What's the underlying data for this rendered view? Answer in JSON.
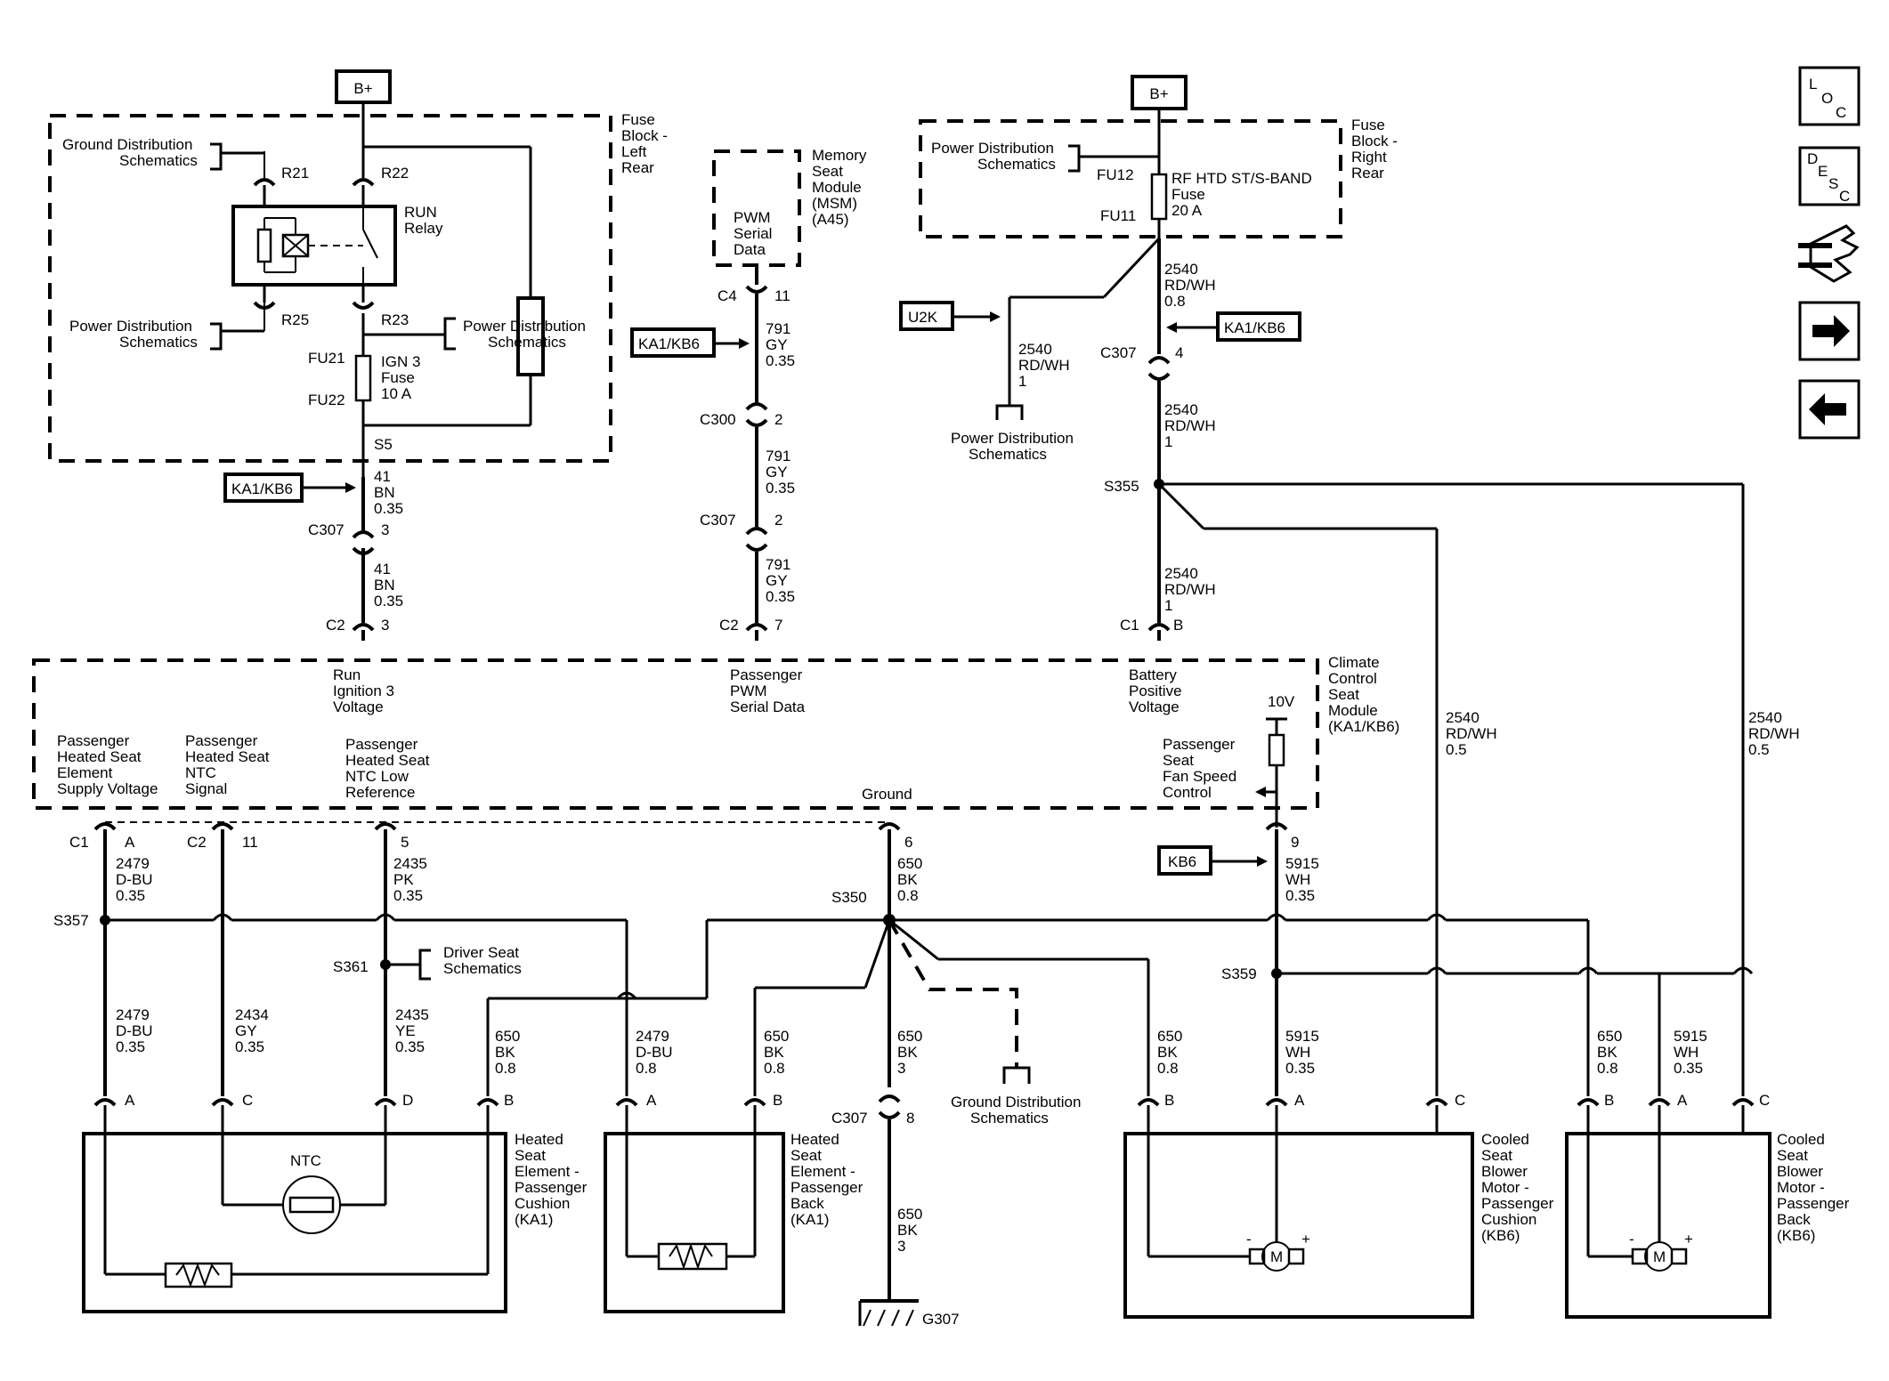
{
  "top": {
    "bplus_left": "B+",
    "bplus_right": "B+"
  },
  "fuse_block_left": {
    "title": [
      "Fuse",
      "Block -",
      "Left",
      "Rear"
    ],
    "ground_ref": [
      "Ground Distribution",
      "Schematics"
    ],
    "power_ref_left": [
      "Power Distribution",
      "Schematics"
    ],
    "power_ref_right": [
      "Power Distribution",
      "Schematics"
    ],
    "r21": "R21",
    "r22": "R22",
    "r25": "R25",
    "r23": "R23",
    "relay": [
      "RUN",
      "Relay"
    ],
    "fu21": "FU21",
    "fu22": "FU22",
    "fuse": [
      "IGN 3",
      "Fuse",
      "10 A"
    ],
    "s5": "S5"
  },
  "left_wire": {
    "kb6_tag": "KA1/KB6",
    "w1": [
      "41",
      "BN",
      "0.35"
    ],
    "c307": "C307",
    "c307_pin": "3",
    "w2": [
      "41",
      "BN",
      "0.35"
    ],
    "c2": "C2",
    "c2_pin": "3"
  },
  "msm": {
    "title": [
      "Memory",
      "Seat",
      "Module",
      "(MSM)",
      "(A45)"
    ],
    "pin_label": [
      "PWM",
      "Serial",
      "Data"
    ],
    "c4": "C4",
    "c4_pin": "11",
    "kb6_tag": "KA1/KB6",
    "w1": [
      "791",
      "GY",
      "0.35"
    ],
    "c300": "C300",
    "c300_pin": "2",
    "w2": [
      "791",
      "GY",
      "0.35"
    ],
    "c307": "C307",
    "c307_pin": "2",
    "w3": [
      "791",
      "GY",
      "0.35"
    ],
    "c2": "C2",
    "c2_pin": "7"
  },
  "fuse_block_right": {
    "title": [
      "Fuse",
      "Block -",
      "Right",
      "Rear"
    ],
    "power_ref": [
      "Power Distribution",
      "Schematics"
    ],
    "fu12": "FU12",
    "fu11": "FU11",
    "fuse": [
      "RF HTD ST/S-BAND",
      "Fuse",
      "20 A"
    ],
    "u2k_tag": "U2K",
    "w_main": [
      "2540",
      "RD/WH",
      "0.8"
    ],
    "w_branch": [
      "2540",
      "RD/WH",
      "1"
    ],
    "power_ref_bottom": [
      "Power Distribution",
      "Schematics"
    ],
    "kb6_tag": "KA1/KB6",
    "c307": "C307",
    "c307_pin": "4",
    "w2": [
      "2540",
      "RD/WH",
      "1"
    ],
    "s355": "S355",
    "w3": [
      "2540",
      "RD/WH",
      "1"
    ],
    "c1": "C1",
    "c1_pin": "B",
    "w_r1": [
      "2540",
      "RD/WH",
      "0.5"
    ],
    "w_r2": [
      "2540",
      "RD/WH",
      "0.5"
    ]
  },
  "ccsm": {
    "title": [
      "Climate",
      "Control",
      "Seat",
      "Module",
      "(KA1/KB6)"
    ],
    "run_ign": [
      "Run",
      "Ignition 3",
      "Voltage"
    ],
    "pwm": [
      "Passenger",
      "PWM",
      "Serial Data"
    ],
    "battery": [
      "Battery",
      "Positive",
      "Voltage"
    ],
    "supply": [
      "Passenger",
      "Heated Seat",
      "Element",
      "Supply Voltage"
    ],
    "ntc_sig": [
      "Passenger",
      "Heated Seat",
      "NTC",
      "Signal"
    ],
    "ntc_low": [
      "Passenger",
      "Heated Seat",
      "NTC Low",
      "Reference"
    ],
    "ground": "Ground",
    "fan": [
      "Passenger",
      "Seat",
      "Fan Speed",
      "Control"
    ],
    "v10": "10V"
  },
  "lower": {
    "c1": "C1",
    "c1_pin": "A",
    "c2": "C2",
    "c2_pin": "11",
    "pin5": "5",
    "pin6": "6",
    "pin9": "9",
    "w_2479": [
      "2479",
      "D-BU",
      "0.35"
    ],
    "w_2435": [
      "2435",
      "PK",
      "0.35"
    ],
    "w_650": [
      "650",
      "BK",
      "0.8"
    ],
    "kb6_tag": "KB6",
    "w_5915": [
      "5915",
      "WH",
      "0.35"
    ],
    "s357": "S357",
    "s350": "S350",
    "s361": "S361",
    "s359": "S359",
    "driver_ref": [
      "Driver Seat",
      "Schematics"
    ],
    "w_2479b": [
      "2479",
      "D-BU",
      "0.35"
    ],
    "w_2434": [
      "2434",
      "GY",
      "0.35"
    ],
    "w_2435b": [
      "2435",
      "YE",
      "0.35"
    ],
    "w_650a": [
      "650",
      "BK",
      "0.8"
    ],
    "w_2479c": [
      "2479",
      "D-BU",
      "0.8"
    ],
    "w_650b": [
      "650",
      "BK",
      "0.8"
    ],
    "w_650c": [
      "650",
      "BK",
      "3"
    ],
    "ground_ref": [
      "Ground Distribution",
      "Schematics"
    ],
    "w_650d": [
      "650",
      "BK",
      "0.8"
    ],
    "w_5915b": [
      "5915",
      "WH",
      "0.35"
    ],
    "w_650e": [
      "650",
      "BK",
      "0.8"
    ],
    "w_5915c": [
      "5915",
      "WH",
      "0.35"
    ],
    "c307": "C307",
    "c307_pin": "8",
    "w_650f": [
      "650",
      "BK",
      "3"
    ],
    "g307": "G307"
  },
  "components": {
    "cushion": [
      "Heated",
      "Seat",
      "Element -",
      "Passenger",
      "Cushion",
      "(KA1)"
    ],
    "back": [
      "Heated",
      "Seat",
      "Element -",
      "Passenger",
      "Back",
      "(KA1)"
    ],
    "blower_cushion": [
      "Cooled",
      "Seat",
      "Blower",
      "Motor -",
      "Passenger",
      "Cushion",
      "(KB6)"
    ],
    "blower_back": [
      "Cooled",
      "Seat",
      "Blower",
      "Motor -",
      "Passenger",
      "Back",
      "(KB6)"
    ],
    "ntc": "NTC",
    "pins_cushion": [
      "A",
      "C",
      "D",
      "B"
    ],
    "pins_back": [
      "A",
      "B"
    ],
    "pins_blower1": [
      "B",
      "A",
      "C"
    ],
    "pins_blower2": [
      "B",
      "A",
      "C"
    ],
    "motor": "M",
    "minus": "-",
    "plus": "+"
  },
  "nav": {
    "loc": [
      "L",
      "O",
      "C"
    ],
    "desc": [
      "D",
      "E",
      "S",
      "C"
    ]
  }
}
